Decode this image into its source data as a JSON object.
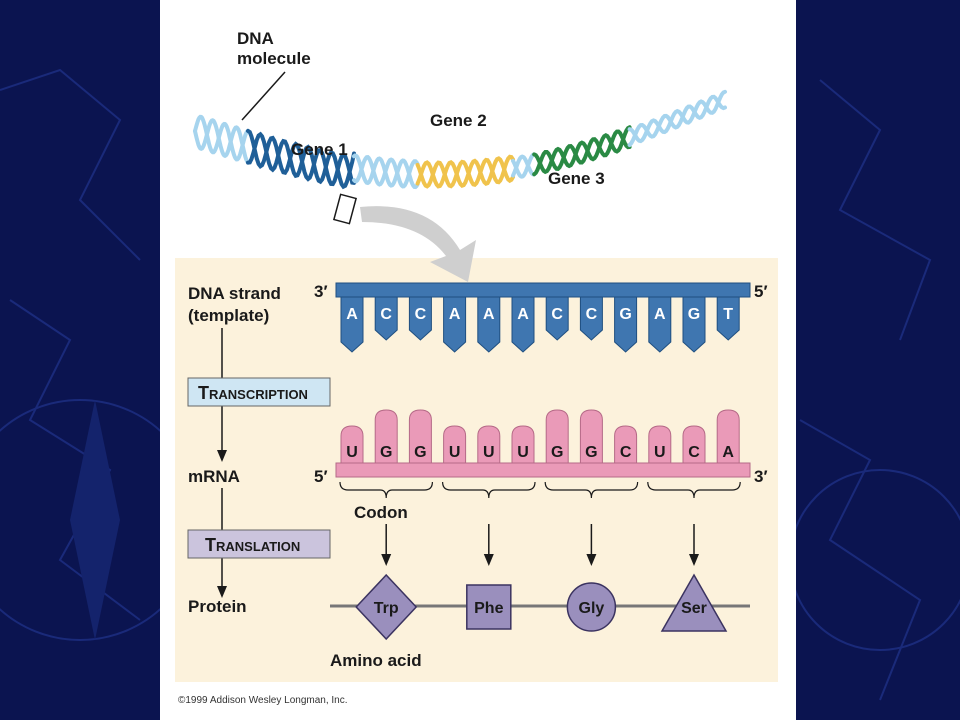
{
  "labels": {
    "dna_molecule_1": "DNA",
    "dna_molecule_2": "molecule",
    "gene1": "Gene 1",
    "gene2": "Gene 2",
    "gene3": "Gene 3",
    "dna_strand_1": "DNA strand",
    "dna_strand_2": "(template)",
    "mrna": "mRNA",
    "protein": "Protein",
    "codon": "Codon",
    "amino_acid": "Amino acid",
    "dna_3prime": "3′",
    "dna_5prime": "5′",
    "mrna_5prime": "5′",
    "mrna_3prime": "3′",
    "copyright": "©1999 Addison Wesley Longman, Inc."
  },
  "processes": {
    "transcription": {
      "cap": "T",
      "rest": "RANSCRIPTION"
    },
    "translation": {
      "cap": "T",
      "rest": "RANSLATION"
    }
  },
  "dna_bases": [
    "A",
    "C",
    "C",
    "A",
    "A",
    "A",
    "C",
    "C",
    "G",
    "A",
    "G",
    "T"
  ],
  "mrna_bases": [
    "U",
    "G",
    "G",
    "U",
    "U",
    "U",
    "G",
    "G",
    "C",
    "U",
    "C",
    "A"
  ],
  "amino_acids": [
    {
      "name": "Trp",
      "shape": "diamond"
    },
    {
      "name": "Phe",
      "shape": "square"
    },
    {
      "name": "Gly",
      "shape": "circle"
    },
    {
      "name": "Ser",
      "shape": "triangle"
    }
  ],
  "colors": {
    "background": "#0b1450",
    "panel": "#fcf2dc",
    "dna_strand": "#3f76b0",
    "mrna_strand": "#ea9ab8",
    "amino_acid": "#9a8fbd",
    "transcription_box": "#cfe6f3",
    "translation_box": "#cbc4dd",
    "gene1": "#1f5f98",
    "gene2": "#f0c34c",
    "gene3": "#2a8a44",
    "dna_light": "#a6d4ee"
  }
}
